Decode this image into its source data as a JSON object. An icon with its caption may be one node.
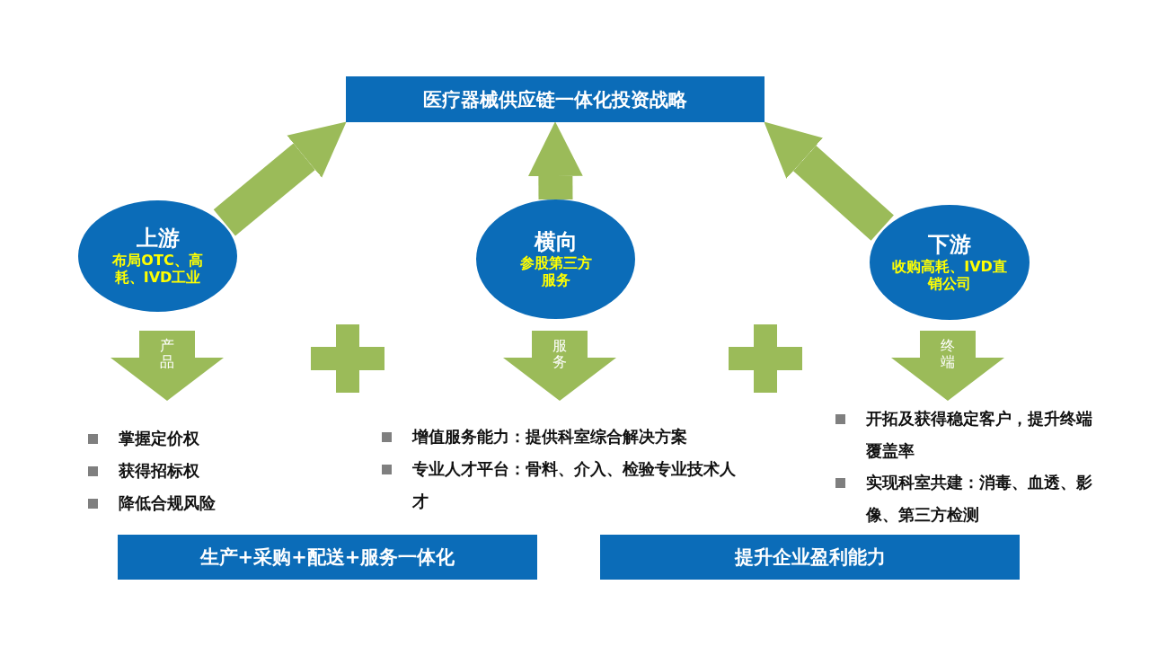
{
  "diagram": {
    "nodes": [
      {
        "text": [
          "医疗器械供应链一体化投资战略"
        ]
      },
      {
        "text": [
          "上游",
          "布局OTC、高耗、IVD工业"
        ]
      },
      {
        "text": [
          "横向",
          "参股第三方服务"
        ]
      },
      {
        "text": [
          "下游",
          "收购高耗、IVD直销公司"
        ]
      },
      {
        "text": [
          "产品"
        ]
      },
      {
        "text": [
          "服务"
        ]
      },
      {
        "text": [
          "终端"
        ]
      },
      {
        "text": [
          "生产+采购+配送+服务一体化"
        ]
      },
      {
        "text": [
          "提升企业盈利能力"
        ]
      }
    ],
    "edges": [
      {
        "from": 1,
        "to": 0,
        "arrow": "to"
      },
      {
        "from": 2,
        "to": 0,
        "arrow": "to"
      },
      {
        "from": 3,
        "to": 0,
        "arrow": "to"
      }
    ],
    "labels": [
      "掌握定价权",
      "获得招标权",
      "降低合规风险",
      "增值服务能力：提供科室综合解决方案",
      "专业人才平台：骨料、介入、检验专业技术人才",
      "开拓及获得稳定客户，提升终端覆盖率",
      "实现科室共建：消毒、血透、影像、第三方检测"
    ]
  }
}
